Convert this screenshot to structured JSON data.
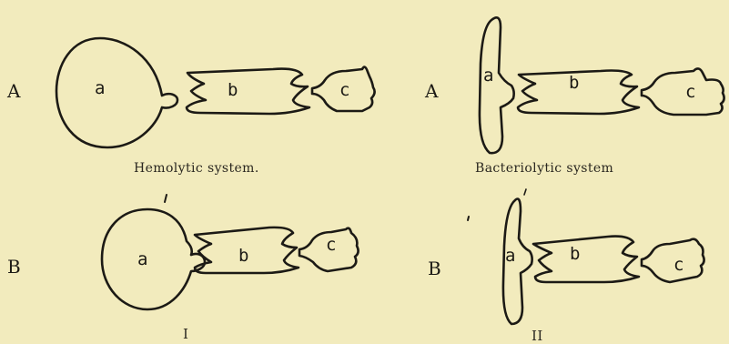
{
  "rows": {
    "row1_left": "A",
    "row1_right": "A",
    "row2_left": "B",
    "row2_right": "B"
  },
  "parts": {
    "a": "a",
    "b": "b",
    "c": "c"
  },
  "captions": {
    "hemolytic": "Hemolytic system.",
    "bacteriolytic": "Bacteriolytic  system",
    "fig1": "I",
    "fig2": "II"
  }
}
